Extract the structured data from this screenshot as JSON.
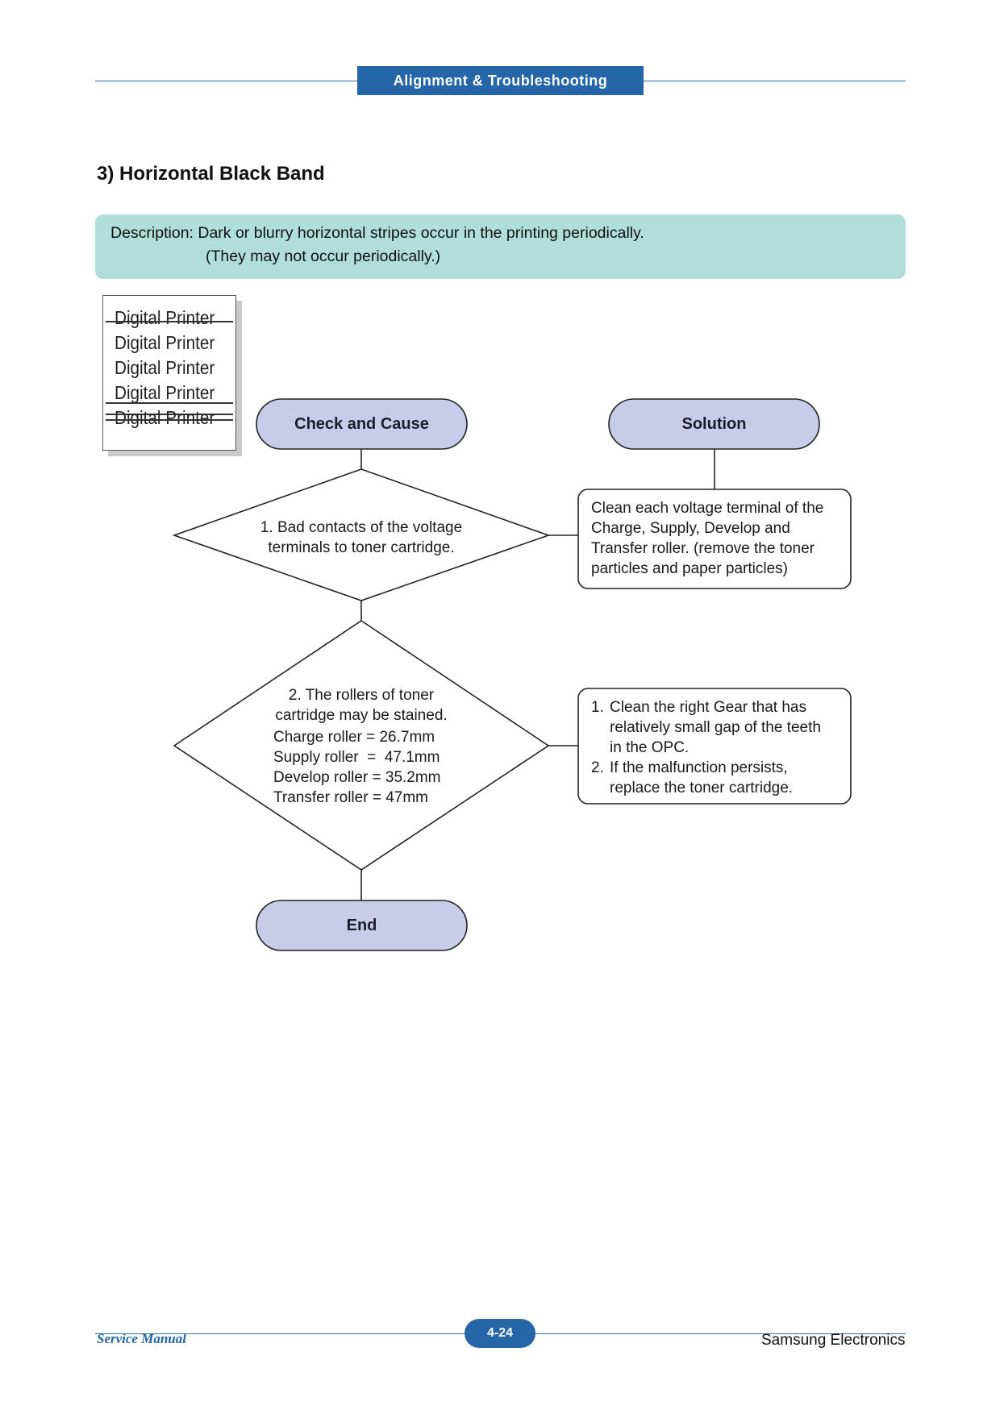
{
  "header": {
    "tab_label": "Alignment & Troubleshooting"
  },
  "section": {
    "title": "3) Horizontal Black Band"
  },
  "description": {
    "line1": "Description: Dark or blurry horizontal stripes occur in the printing periodically.",
    "line2": "(They may not occur periodically.)"
  },
  "sample": {
    "lines": [
      "Digital Printer",
      "Digital Printer",
      "Digital Printer",
      "Digital Printer",
      "Digital Printer"
    ]
  },
  "flowchart": {
    "check_label": "Check and Cause",
    "solution_label": "Solution",
    "end_label": "End",
    "step1": {
      "cause_lines": [
        "1. Bad contacts of the voltage",
        "terminals to toner cartridge."
      ],
      "solution_lines": [
        "Clean each voltage terminal of the",
        "Charge, Supply, Develop and",
        "Transfer roller. (remove the toner",
        "particles and paper particles)"
      ]
    },
    "step2": {
      "cause_lines": [
        "2. The rollers of toner",
        "cartridge may be stained."
      ],
      "roller_lines": [
        "Charge roller = 26.7mm",
        "Supply roller  =  47.1mm",
        "Develop roller = 35.2mm",
        "Transfer roller = 47mm"
      ],
      "solution_items": [
        {
          "num": "1.",
          "lines": [
            "Clean the right Gear that has",
            "relatively small gap of the teeth",
            "in the OPC."
          ]
        },
        {
          "num": "2.",
          "lines": [
            "If the malfunction persists,",
            "replace the toner cartridge."
          ]
        }
      ]
    }
  },
  "footer": {
    "left": "Service Manual",
    "page": "4-24",
    "right": "Samsung Electronics"
  },
  "colors": {
    "accent": "#2566a8",
    "desc_bg": "#b0dfda",
    "pill_fill": "#c9cce9"
  }
}
